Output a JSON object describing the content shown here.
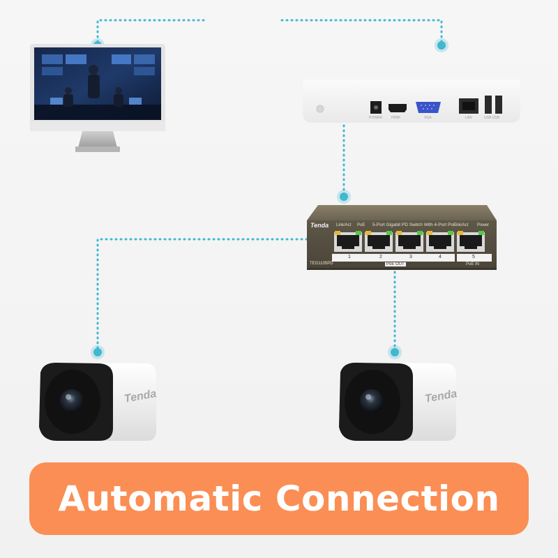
{
  "caption": {
    "text": "Automatic Connection"
  },
  "switch": {
    "brand": "Tenda",
    "title": "5-Port Gigabit PD Switch With 4-Port PoE",
    "model": "TEG1105PD",
    "led_labels": [
      "Link/Act",
      "PoE",
      "Link/Act",
      "Power"
    ],
    "port_numbers": [
      "1",
      "2",
      "3",
      "4",
      "5"
    ],
    "poe_out_label": "PoE OUT",
    "poe_in_label": "PoE IN"
  },
  "nvr": {
    "port_labels": [
      "POWER",
      "HDMI",
      "VGA",
      "LAN",
      "USB  USB"
    ]
  },
  "cameras": [
    {
      "brand": "Tenda"
    },
    {
      "brand": "Tenda"
    }
  ],
  "colors": {
    "accent": "#fb8e54",
    "connector": "#3fb8d0",
    "switch_body": "#5a5346"
  },
  "icons": [
    "monitor-icon",
    "nvr-icon",
    "switch-icon",
    "camera-icon"
  ]
}
